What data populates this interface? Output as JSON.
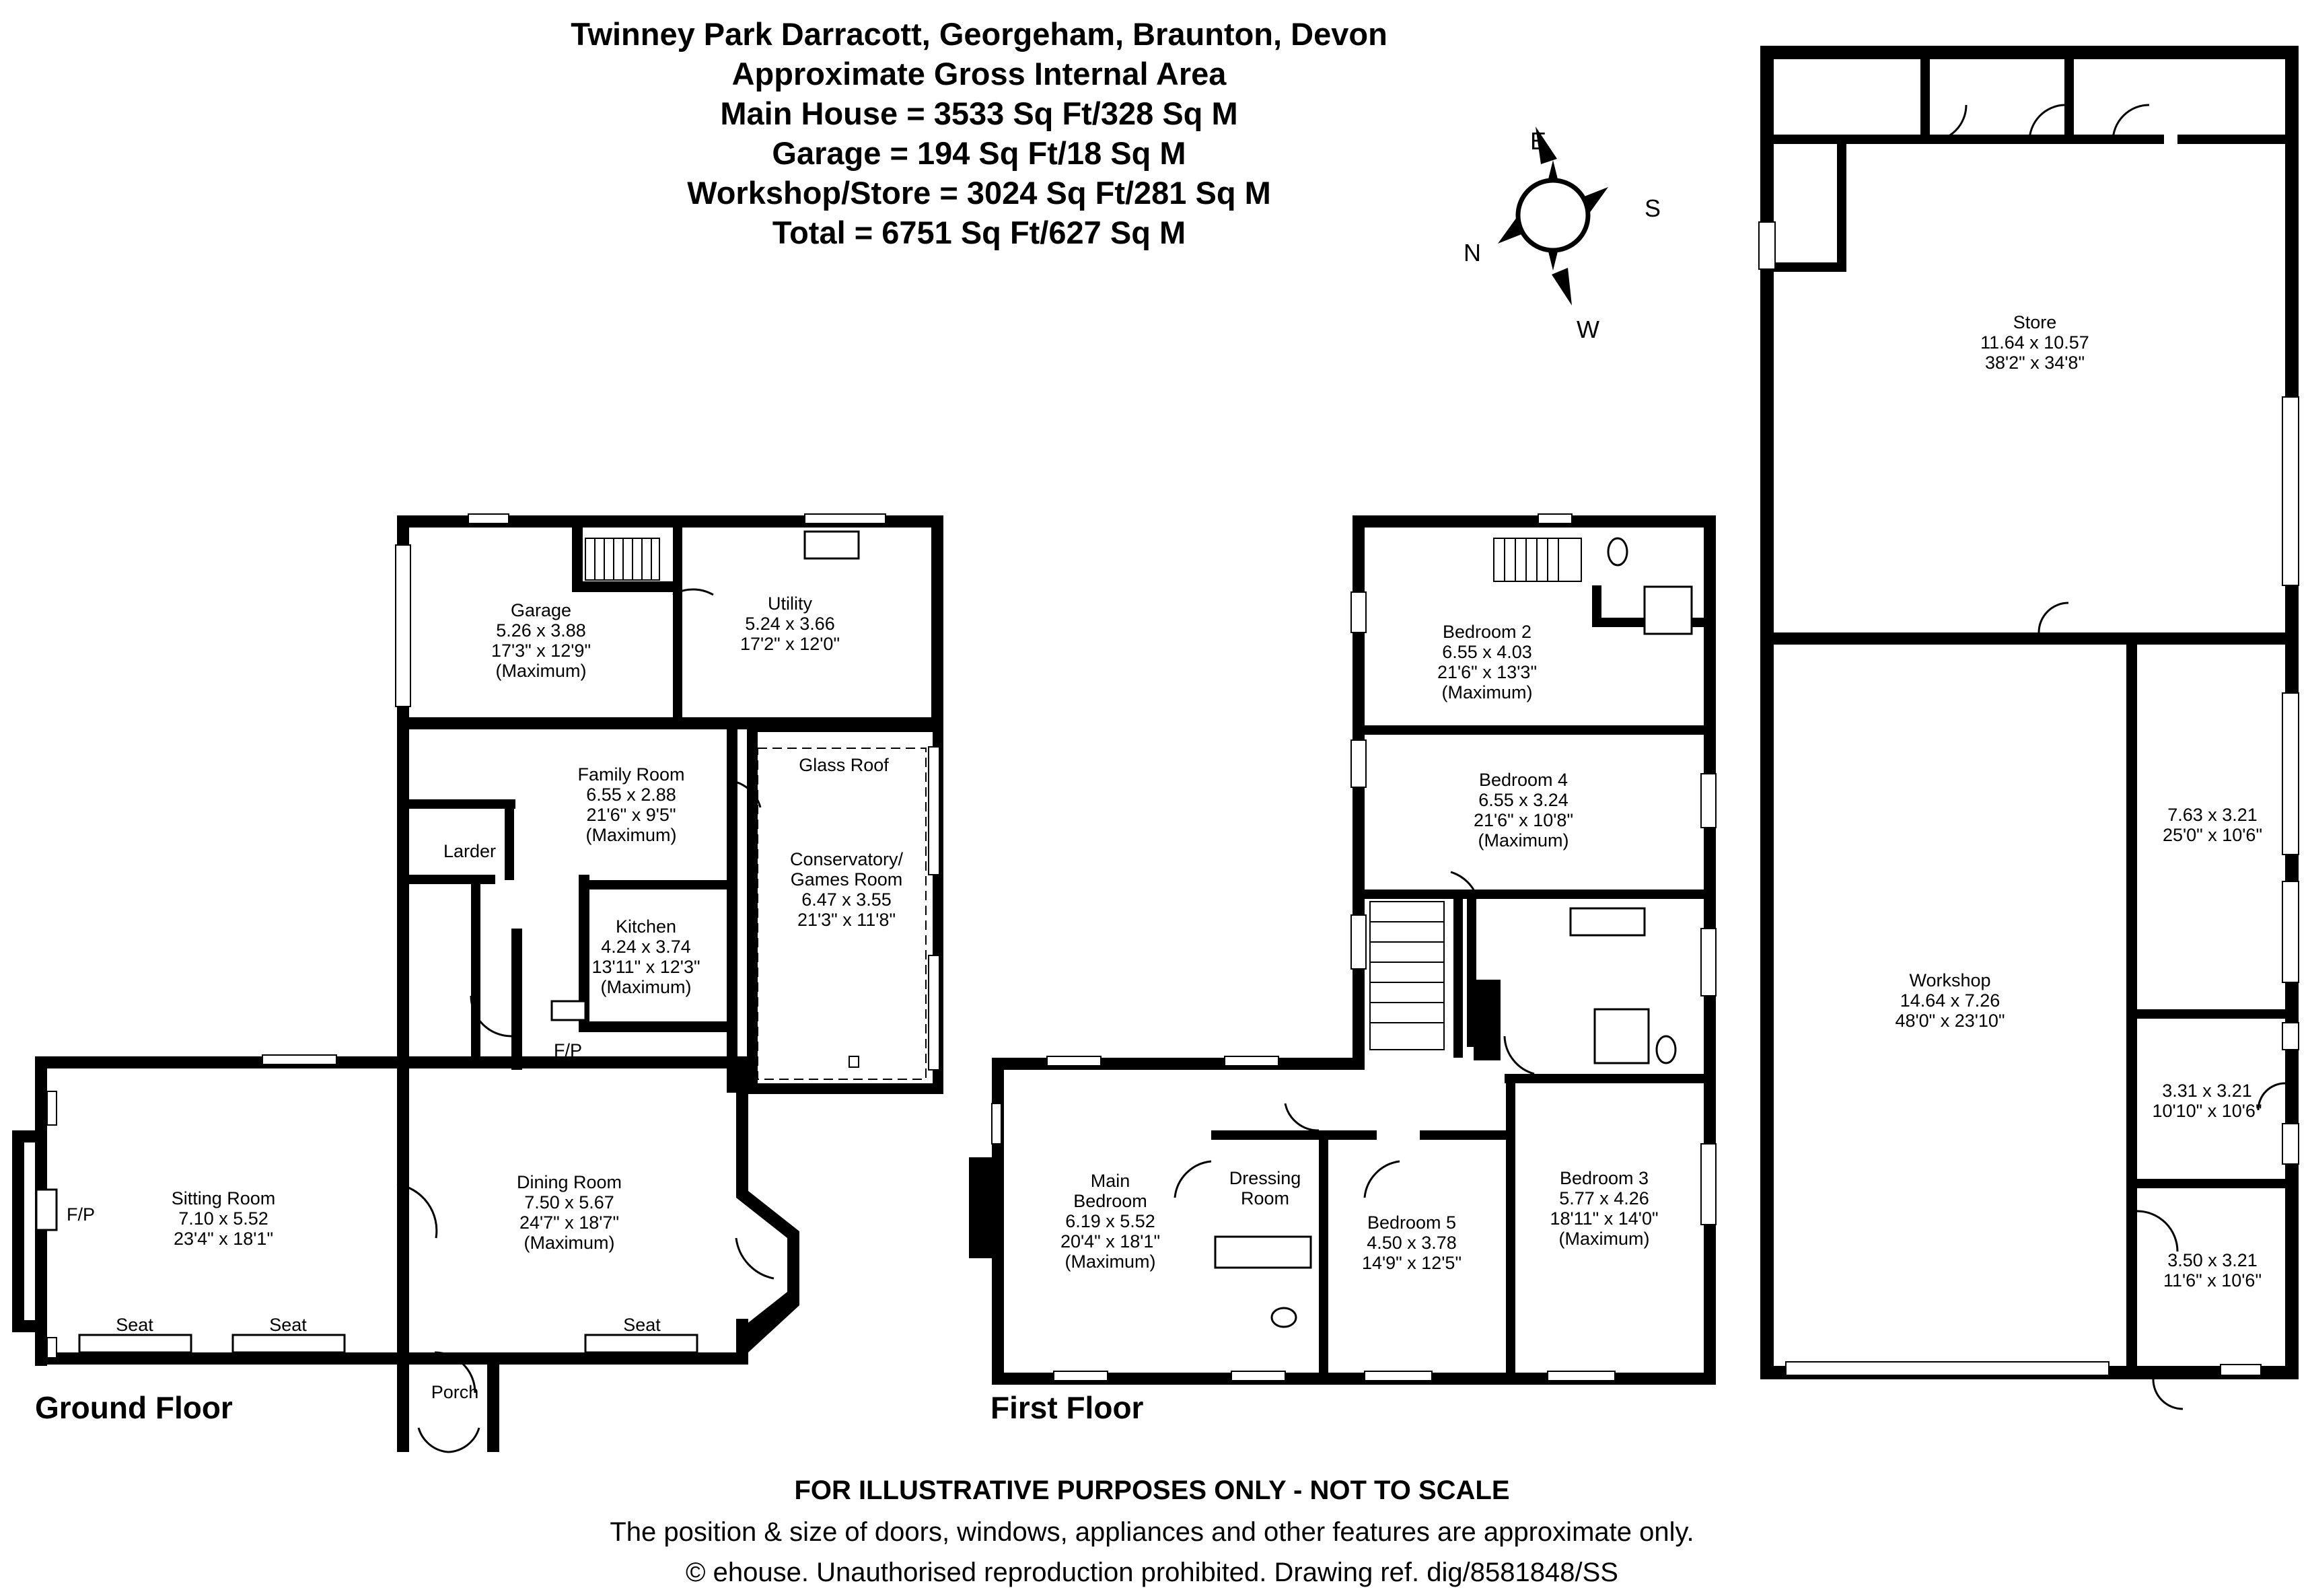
{
  "header": {
    "lines": [
      "Twinney Park Darracott, Georgeham, Braunton, Devon",
      "Approximate Gross Internal Area",
      "Main House = 3533 Sq Ft/328 Sq M",
      "Garage = 194 Sq Ft/18 Sq M",
      "Workshop/Store = 3024 Sq Ft/281 Sq M",
      "Total = 6751 Sq Ft/627 Sq M"
    ]
  },
  "compass": {
    "e": "E",
    "s": "S",
    "n": "N",
    "w": "W"
  },
  "floors": {
    "ground": "Ground Floor",
    "first": "First Floor"
  },
  "rooms": {
    "garage": [
      "Garage",
      "5.26 x 3.88",
      "17'3\" x 12'9\"",
      "(Maximum)"
    ],
    "utility": [
      "Utility",
      "5.24 x 3.66",
      "17'2\" x 12'0\""
    ],
    "family": [
      "Family Room",
      "6.55 x 2.88",
      "21'6\" x 9'5\"",
      "(Maximum)"
    ],
    "glass_roof": [
      "Glass Roof"
    ],
    "conservatory": [
      "Conservatory/",
      "Games Room",
      "6.47 x 3.55",
      "21'3\" x 11'8\""
    ],
    "larder": [
      "Larder"
    ],
    "kitchen": [
      "Kitchen",
      "4.24 x 3.74",
      "13'11\" x 12'3\"",
      "(Maximum)"
    ],
    "fp_dining": [
      "F/P"
    ],
    "sitting": [
      "Sitting Room",
      "7.10 x 5.52",
      "23'4\" x 18'1\""
    ],
    "fp_sitting": [
      "F/P"
    ],
    "dining": [
      "Dining Room",
      "7.50 x 5.67",
      "24'7\" x 18'7\"",
      "(Maximum)"
    ],
    "seat1": [
      "Seat"
    ],
    "seat2": [
      "Seat"
    ],
    "seat3": [
      "Seat"
    ],
    "porch": [
      "Porch"
    ],
    "bed2": [
      "Bedroom 2",
      "6.55 x 4.03",
      "21'6\" x 13'3\"",
      "(Maximum)"
    ],
    "bed4": [
      "Bedroom 4",
      "6.55 x 3.24",
      "21'6\" x 10'8\"",
      "(Maximum)"
    ],
    "main_bed": [
      "Main",
      "Bedroom",
      "6.19 x 5.52",
      "20'4\" x 18'1\"",
      "(Maximum)"
    ],
    "dressing": [
      "Dressing",
      "Room"
    ],
    "bed5": [
      "Bedroom 5",
      "4.50 x 3.78",
      "14'9\" x 12'5\""
    ],
    "bed3": [
      "Bedroom 3",
      "5.77 x 4.26",
      "18'11\" x 14'0\"",
      "(Maximum)"
    ],
    "store": [
      "Store",
      "11.64 x 10.57",
      "38'2\" x 34'8\""
    ],
    "workshop": [
      "Workshop",
      "14.64 x 7.26",
      "48'0\" x 23'10\""
    ],
    "room_a": [
      "7.63 x 3.21",
      "25'0\" x 10'6\""
    ],
    "room_b": [
      "3.31 x 3.21",
      "10'10\" x 10'6\""
    ],
    "room_c": [
      "3.50 x 3.21",
      "11'6\" x 10'6\""
    ]
  },
  "footer": {
    "line1": "FOR ILLUSTRATIVE PURPOSES ONLY - NOT TO SCALE",
    "line2": "The position & size of doors, windows, appliances and other features are approximate only.",
    "line3": "© ehouse. Unauthorised reproduction prohibited. Drawing ref. dig/8581848/SS"
  }
}
